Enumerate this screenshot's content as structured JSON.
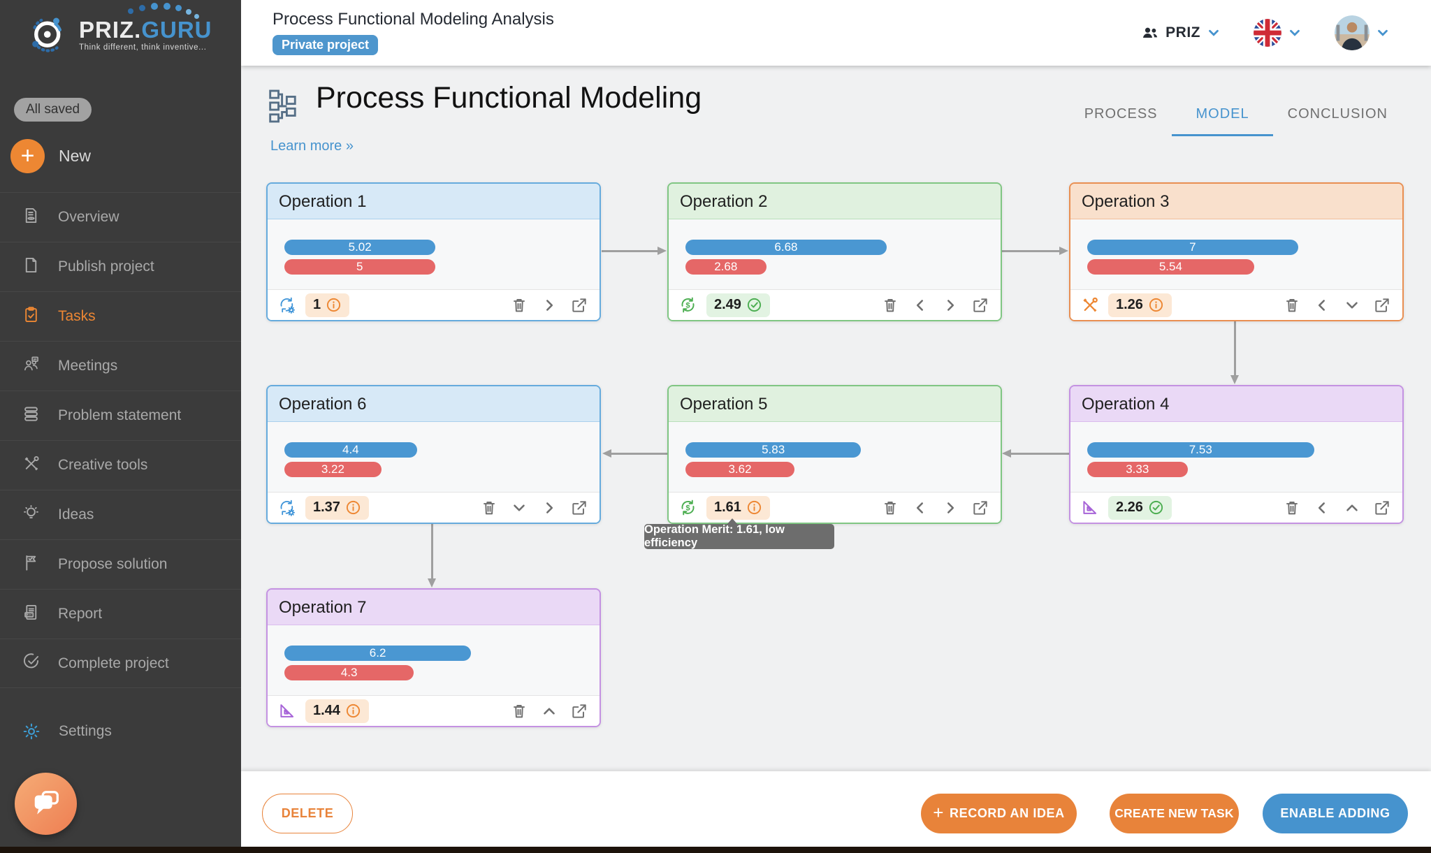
{
  "brand": {
    "logo_text_primary": "PRIZ.",
    "logo_text_secondary": "GURU",
    "tagline": "Think different, think inventive...",
    "saved_badge": "All saved"
  },
  "sidebar": {
    "new_label": "New",
    "new_icon": "plus-icon",
    "items": [
      {
        "label": "Overview",
        "icon": "overview",
        "active": false
      },
      {
        "label": "Publish project",
        "icon": "publish",
        "active": false
      },
      {
        "label": "Tasks",
        "icon": "tasks",
        "active": true
      },
      {
        "label": "Meetings",
        "icon": "meetings",
        "active": false
      },
      {
        "label": "Problem statement",
        "icon": "problem-statement",
        "active": false
      },
      {
        "label": "Creative tools",
        "icon": "creative-tools",
        "active": false
      },
      {
        "label": "Ideas",
        "icon": "ideas",
        "active": false
      },
      {
        "label": "Propose solution",
        "icon": "propose-solution",
        "active": false
      },
      {
        "label": "Report",
        "icon": "report",
        "active": false
      },
      {
        "label": "Complete project",
        "icon": "complete-project",
        "active": false
      }
    ],
    "settings_label": "Settings",
    "settings_icon": "gear-icon",
    "chat_icon": "chat-bubbles-icon"
  },
  "topbar": {
    "project_title": "Process Functional Modeling Analysis",
    "project_badge": "Private project",
    "team_name": "PRIZ",
    "team_icon": "team-icon",
    "language_icon": "uk-flag-icon",
    "user_icon": "avatar"
  },
  "page": {
    "title": "Process Functional Modeling",
    "title_icon": "flowchart-icon",
    "learn_more": "Learn more »",
    "tabs": [
      {
        "label": "PROCESS",
        "active": false
      },
      {
        "label": "MODEL",
        "active": true
      },
      {
        "label": "CONCLUSION",
        "active": false
      }
    ]
  },
  "bar_scale_max": 10,
  "operations": [
    {
      "id": 1,
      "name": "Operation 1",
      "theme": "blue",
      "type_icon": "providing-operation",
      "blue_value": 5.02,
      "blue_label": "5.02",
      "red_value": 5,
      "red_label": "5",
      "merit": "1",
      "merit_state": "warning",
      "actions": [
        "delete",
        "chevron-right",
        "open"
      ]
    },
    {
      "id": 2,
      "name": "Operation 2",
      "theme": "green",
      "type_icon": "productive-operation",
      "blue_value": 6.68,
      "blue_label": "6.68",
      "red_value": 2.68,
      "red_label": "2.68",
      "merit": "2.49",
      "merit_state": "ok",
      "actions": [
        "delete",
        "chevron-left",
        "chevron-right",
        "open"
      ]
    },
    {
      "id": 3,
      "name": "Operation 3",
      "theme": "orange",
      "type_icon": "corrective-operation",
      "blue_value": 7,
      "blue_label": "7",
      "red_value": 5.54,
      "red_label": "5.54",
      "merit": "1.26",
      "merit_state": "warning",
      "actions": [
        "delete",
        "chevron-left",
        "chevron-down",
        "open"
      ]
    },
    {
      "id": 4,
      "name": "Operation 4",
      "theme": "purple",
      "type_icon": "metrology-operation",
      "blue_value": 7.53,
      "blue_label": "7.53",
      "red_value": 3.33,
      "red_label": "3.33",
      "merit": "2.26",
      "merit_state": "ok",
      "actions": [
        "delete",
        "chevron-left",
        "chevron-up",
        "open"
      ]
    },
    {
      "id": 5,
      "name": "Operation 5",
      "theme": "green",
      "type_icon": "productive-operation",
      "blue_value": 5.83,
      "blue_label": "5.83",
      "red_value": 3.62,
      "red_label": "3.62",
      "merit": "1.61",
      "merit_state": "warning",
      "actions": [
        "delete",
        "chevron-left",
        "chevron-right",
        "open"
      ]
    },
    {
      "id": 6,
      "name": "Operation 6",
      "theme": "blue",
      "type_icon": "providing-operation",
      "blue_value": 4.4,
      "blue_label": "4.4",
      "red_value": 3.22,
      "red_label": "3.22",
      "merit": "1.37",
      "merit_state": "warning",
      "actions": [
        "delete",
        "chevron-down",
        "chevron-right",
        "open"
      ]
    },
    {
      "id": 7,
      "name": "Operation 7",
      "theme": "purple",
      "type_icon": "metrology-operation",
      "blue_value": 6.2,
      "blue_label": "6.2",
      "red_value": 4.3,
      "red_label": "4.3",
      "merit": "1.44",
      "merit_state": "warning",
      "actions": [
        "delete",
        "chevron-up",
        "open"
      ]
    }
  ],
  "tooltip": {
    "text": "Operation Merit: 1.61, low efficiency"
  },
  "actions_bar": {
    "delete": "DELETE",
    "record_idea": "RECORD AN IDEA",
    "create_task": "CREATE NEW TASK",
    "enable_adding": "ENABLE ADDING"
  },
  "colors": {
    "accent_orange": "#e8833a",
    "accent_blue": "#4693ce",
    "sidebar_active": "#ed8733",
    "bar_blue": "#4a97d2",
    "bar_red": "#e56767",
    "merit_warning_bg": "#fce8d5",
    "merit_ok_bg": "#e2f3e2",
    "tooltip_bg": "#6d6d6d",
    "themes": {
      "blue": {
        "border": "#66abdd",
        "header": "#d7e9f7"
      },
      "green": {
        "border": "#80c683",
        "header": "#e0f1df"
      },
      "orange": {
        "border": "#e98f52",
        "header": "#f9e0cc"
      },
      "purple": {
        "border": "#c492e2",
        "header": "#ead9f6"
      }
    }
  }
}
